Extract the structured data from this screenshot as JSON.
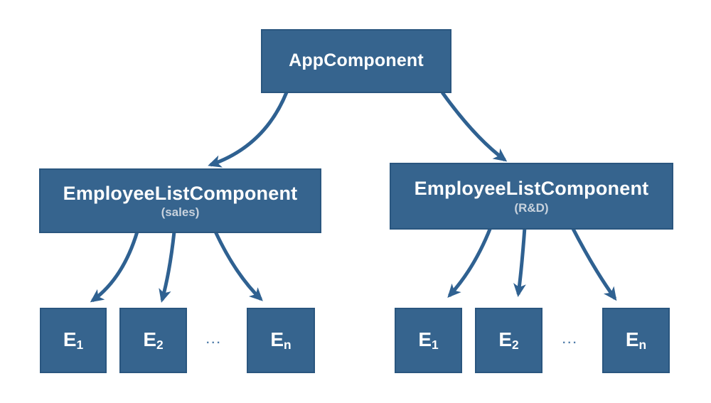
{
  "palette": {
    "background": "#ffffff",
    "box_fill": "#36648E",
    "box_border": "#2A567F",
    "arrow_color": "#2F6191",
    "title_text": "#FFFFFF",
    "subtitle_text": "#C8D2DD",
    "ellipsis_text": "#4F7CA9"
  },
  "nodes": {
    "app": {
      "title": "AppComponent"
    },
    "sales": {
      "title": "EmployeeListComponent",
      "subtitle": "(sales)",
      "ellipsis": "...",
      "leaves": [
        {
          "base": "E",
          "sub": "1"
        },
        {
          "base": "E",
          "sub": "2"
        },
        {
          "base": "E",
          "sub": "n"
        }
      ]
    },
    "rnd": {
      "title": "EmployeeListComponent",
      "subtitle": "(R&D)",
      "ellipsis": "...",
      "leaves": [
        {
          "base": "E",
          "sub": "1"
        },
        {
          "base": "E",
          "sub": "2"
        },
        {
          "base": "E",
          "sub": "n"
        }
      ]
    }
  }
}
